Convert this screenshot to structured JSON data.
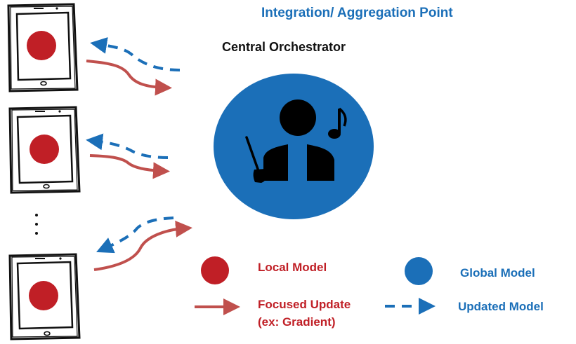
{
  "colors": {
    "local": "#c01f26",
    "global": "#1b6fb8",
    "focused_arrow": "#c0504d",
    "text_dark": "#111111"
  },
  "header": {
    "title": "Integration/ Aggregation Point",
    "subtitle": "Central Orchestrator"
  },
  "center": {
    "icon": "conductor-icon",
    "label": "Global Model"
  },
  "clients": [
    {
      "device": "tablet-icon",
      "model": "Local Model"
    },
    {
      "device": "tablet-icon",
      "model": "Local Model"
    },
    {
      "device": "tablet-icon",
      "model": "Local Model"
    }
  ],
  "ellipsis": "more-clients-dots",
  "legend": {
    "local_model": "Local Model",
    "global_model": "Global Model",
    "focused_update_line1": "Focused Update",
    "focused_update_line2": "(ex: Gradient)",
    "updated_model": "Updated Model"
  }
}
